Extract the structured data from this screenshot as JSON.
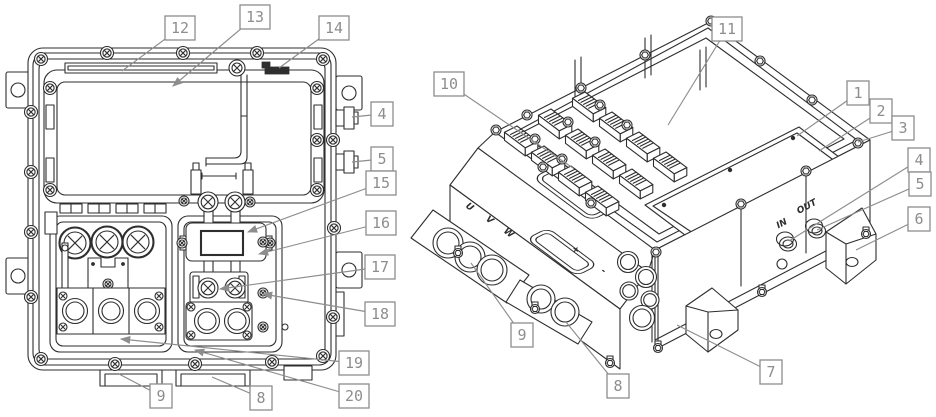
{
  "figure": {
    "description": "Two-view patent-style line drawing of an electric motor controller enclosure",
    "background_color": "#ffffff",
    "line_color": "#2e2e2e",
    "callout_color": "#8d8d8d"
  },
  "left_view": {
    "name": "plan view",
    "callouts": [
      {
        "label": "12"
      },
      {
        "label": "13"
      },
      {
        "label": "14"
      },
      {
        "label": "4"
      },
      {
        "label": "5"
      },
      {
        "label": "15"
      },
      {
        "label": "16"
      },
      {
        "label": "17"
      },
      {
        "label": "18"
      },
      {
        "label": "19"
      },
      {
        "label": "20"
      },
      {
        "label": "9"
      },
      {
        "label": "8"
      }
    ]
  },
  "right_view": {
    "name": "isometric view",
    "callouts": [
      {
        "label": "10"
      },
      {
        "label": "11"
      },
      {
        "label": "1"
      },
      {
        "label": "2"
      },
      {
        "label": "3"
      },
      {
        "label": "4"
      },
      {
        "label": "5"
      },
      {
        "label": "6"
      },
      {
        "label": "7"
      },
      {
        "label": "8"
      },
      {
        "label": "9"
      }
    ],
    "labels": {
      "in": "IN",
      "out": "OUT",
      "u": "U",
      "v": "V",
      "w": "W",
      "plus": "+",
      "minus": "-"
    }
  }
}
